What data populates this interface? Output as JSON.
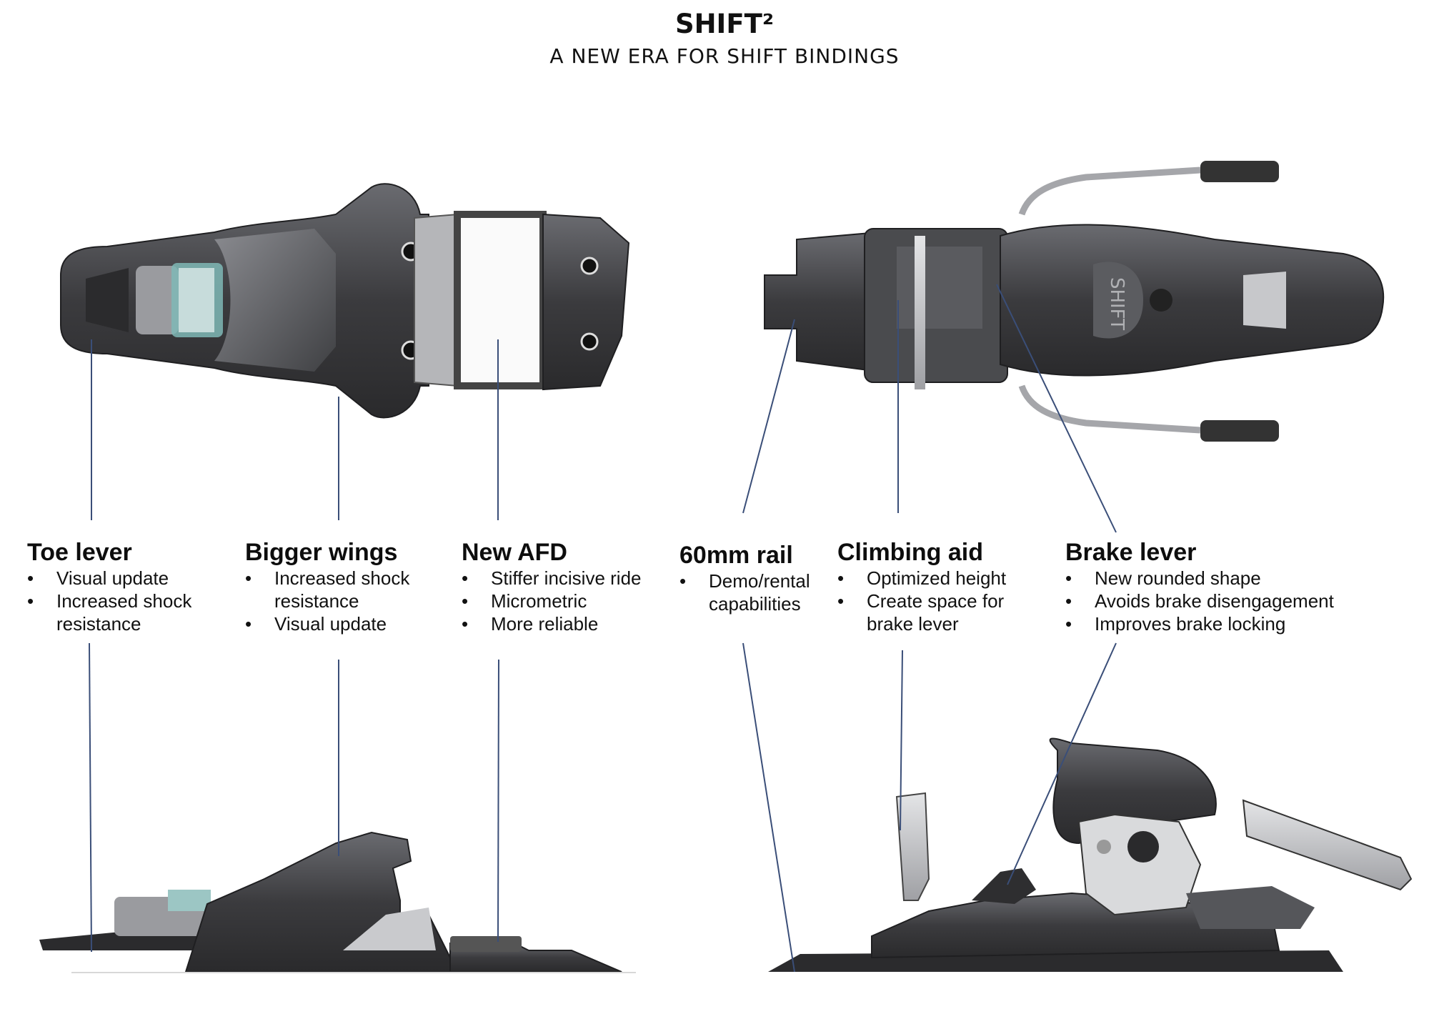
{
  "header": {
    "title": "SHIFT²",
    "subtitle": "A NEW ERA FOR SHIFT BINDINGS"
  },
  "stamp": "SHIFT",
  "colors": {
    "leader_line": "#3a4e78",
    "part_dark": "#3b3b3e",
    "part_mid": "#55565a",
    "part_light": "#8c8d91",
    "metal": "#b9babd",
    "accent_teal": "#7fb8b6"
  },
  "callouts": [
    {
      "heading": "Toe lever",
      "bullets": [
        [
          "Visual update"
        ],
        [
          "Increased shock",
          "resistance"
        ]
      ]
    },
    {
      "heading": "Bigger wings",
      "bullets": [
        [
          "Increased shock",
          "resistance"
        ],
        [
          "Visual update"
        ]
      ]
    },
    {
      "heading": "New AFD",
      "bullets": [
        [
          "Stiffer incisive ride"
        ],
        [
          "Micrometric"
        ],
        [
          "More reliable"
        ]
      ]
    },
    {
      "heading": "60mm rail",
      "bullets": [
        [
          "Demo/rental",
          "capabilities"
        ]
      ]
    },
    {
      "heading": "Climbing aid",
      "bullets": [
        [
          "Optimized height"
        ],
        [
          "Create space for",
          "brake lever"
        ]
      ]
    },
    {
      "heading": "Brake lever",
      "bullets": [
        [
          "New rounded shape"
        ],
        [
          "Avoids brake disengagement"
        ],
        [
          "Improves brake locking"
        ]
      ]
    }
  ]
}
